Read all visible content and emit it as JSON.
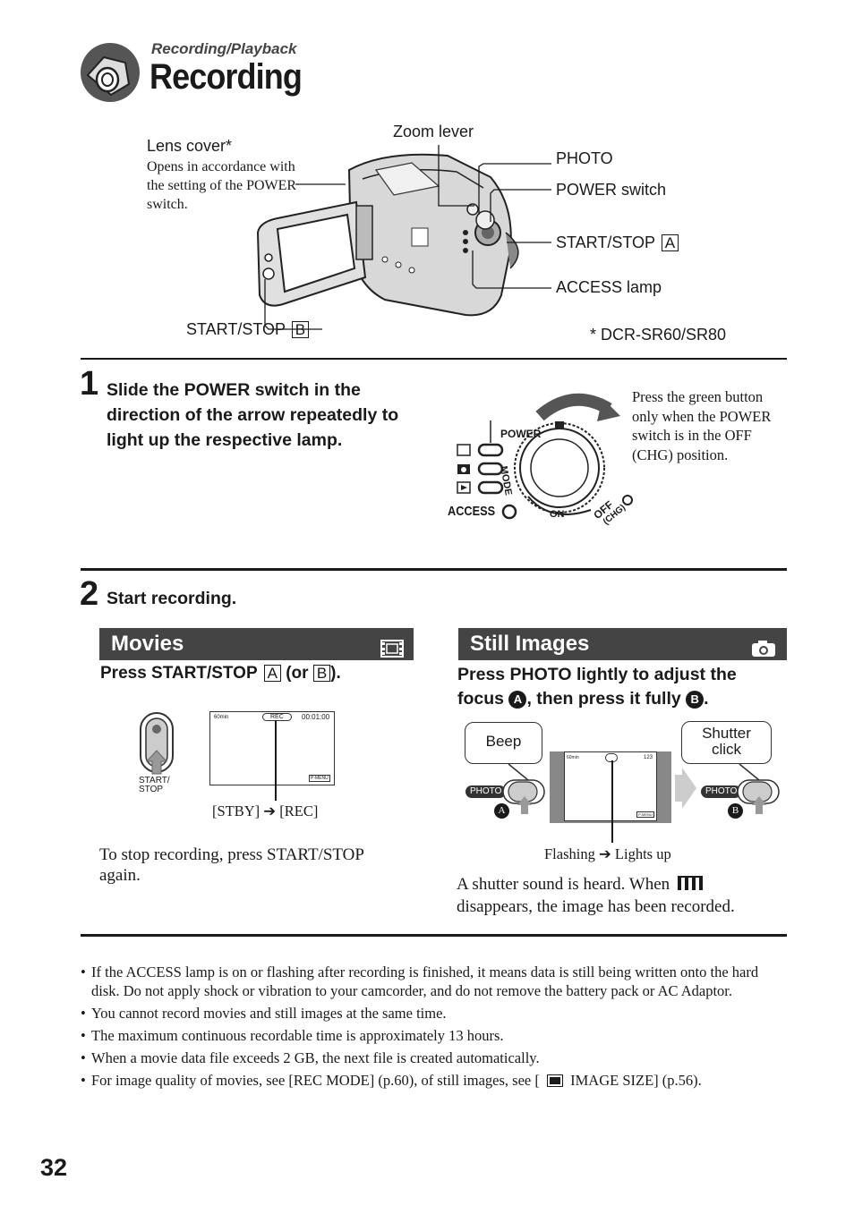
{
  "header": {
    "section": "Recording/Playback",
    "title": "Recording"
  },
  "diagram": {
    "zoom_lever": "Zoom lever",
    "photo": "PHOTO",
    "power_switch": "POWER switch",
    "start_stop_a_label": "START/STOP",
    "start_stop_a_letter": "A",
    "access_lamp": "ACCESS lamp",
    "lens_cover_title": "Lens cover*",
    "lens_cover_desc": "Opens in accordance with the setting of the POWER switch.",
    "start_stop_b_label": "START/STOP",
    "start_stop_b_letter": "B",
    "model_note": "* DCR-SR60/SR80"
  },
  "step1": {
    "number": "1",
    "text": "Slide the POWER switch in the direction of the arrow repeatedly to light up the respective lamp.",
    "note": "Press the green button only when the POWER switch is in the OFF (CHG) position.",
    "dial_power": "POWER",
    "dial_mode": "MODE",
    "dial_access": "ACCESS",
    "dial_on": "ON",
    "dial_off": "OFF",
    "dial_chg": "(CHG)"
  },
  "step2": {
    "number": "2",
    "text": "Start recording."
  },
  "movies": {
    "banner": "Movies",
    "instruction_prefix": "Press START/STOP",
    "letter_a": "A",
    "instruction_or": "(or",
    "letter_b": "B",
    "instruction_suffix": ").",
    "button_label_1": "START/",
    "button_label_2": "STOP",
    "screen_battery": "60min",
    "screen_rec": "REC",
    "screen_time": "00:01:00",
    "screen_menu": "P-MENU",
    "status_change": "[STBY] ➔ [REC]",
    "stop_text": "To stop recording, press START/STOP again."
  },
  "still": {
    "banner": "Still Images",
    "instruction_1": "Press PHOTO lightly to adjust the",
    "instruction_2a": "focus",
    "circle_a": "A",
    "instruction_2b": ", then press it fully",
    "circle_b": "B",
    "instruction_2c": ".",
    "beep": "Beep",
    "shutter_click": "Shutter click",
    "photo_label": "PHOTO",
    "screen_battery": "60min",
    "screen_count": "123",
    "screen_menu": "P-MENU",
    "flash_change": "Flashing ➔ Lights up",
    "sound_text_1": "A shutter sound is heard. When",
    "sound_text_2": "disappears, the image has been recorded."
  },
  "notes": [
    "If the ACCESS lamp is on or flashing after recording is finished, it means data is still being written onto the hard disk. Do not apply shock or vibration to your camcorder, and do not remove the battery pack or AC Adaptor.",
    "You cannot record movies and still images at the same time.",
    "The maximum continuous recordable time is approximately 13 hours.",
    "When a movie data file exceeds 2 GB, the next file is created automatically."
  ],
  "last_note": {
    "before": "For image quality of movies, see [REC MODE] (p.60), of still images, see [",
    "after": "IMAGE SIZE] (p.56)."
  },
  "page_number": "32"
}
